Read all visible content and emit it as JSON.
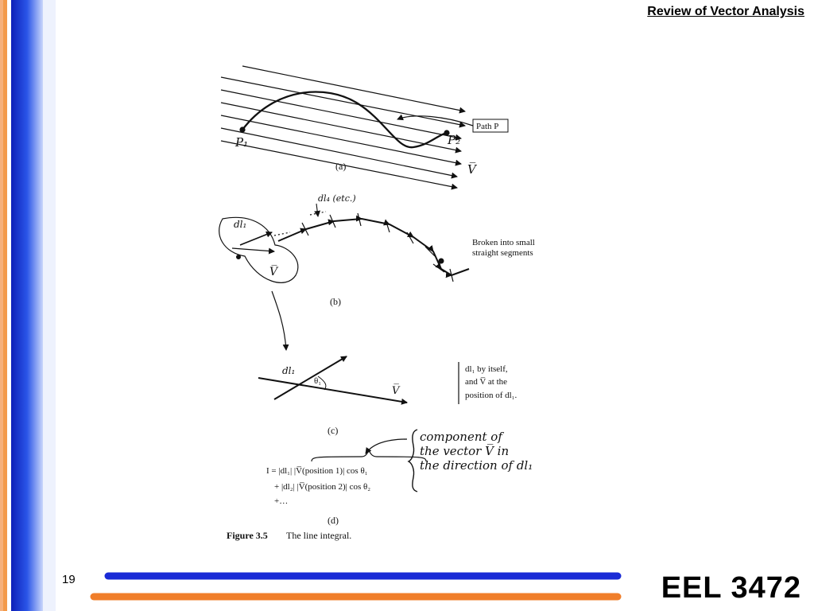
{
  "header": {
    "title": "Review of Vector Analysis"
  },
  "figure": {
    "panel_a": {
      "label": "(a)",
      "path_label": "Path P",
      "start_point": "P₁",
      "end_point": "P₂",
      "field_symbol": "V̅"
    },
    "panel_b": {
      "label": "(b)",
      "segment_label": "dl₄ (etc.)",
      "first_segment": "dl₁",
      "field_symbol": "V̅",
      "note_line1": "Broken into small",
      "note_line2": "straight segments"
    },
    "panel_c": {
      "label": "(c)",
      "segment": "dl₁",
      "angle": "θ₁",
      "field": "V̅",
      "note_line1": "dl₁ by itself,",
      "note_line2": "and V̅ at the",
      "note_line3": "position of dl₁."
    },
    "panel_d": {
      "label": "(d)",
      "annotation_line1": "component of",
      "annotation_line2": "the vector V̅ in",
      "annotation_line3": "the direction of dl₁",
      "eq_line1": "I = |dl₁| |V̅(position 1)| cos θ₁",
      "eq_line2": "+ |dl₂| |V̅(position 2)| cos θ₂",
      "eq_line3": "+…"
    },
    "caption_number": "Figure 3.5",
    "caption_text": "The line integral."
  },
  "footer": {
    "page_number": "19",
    "course_code": "EEL 3472"
  },
  "colors": {
    "sidebar_blue": "#1f3fd0",
    "sidebar_orange": "#f39a4a",
    "footer_blue": "#1a2bd6",
    "footer_orange": "#f07e2a"
  }
}
